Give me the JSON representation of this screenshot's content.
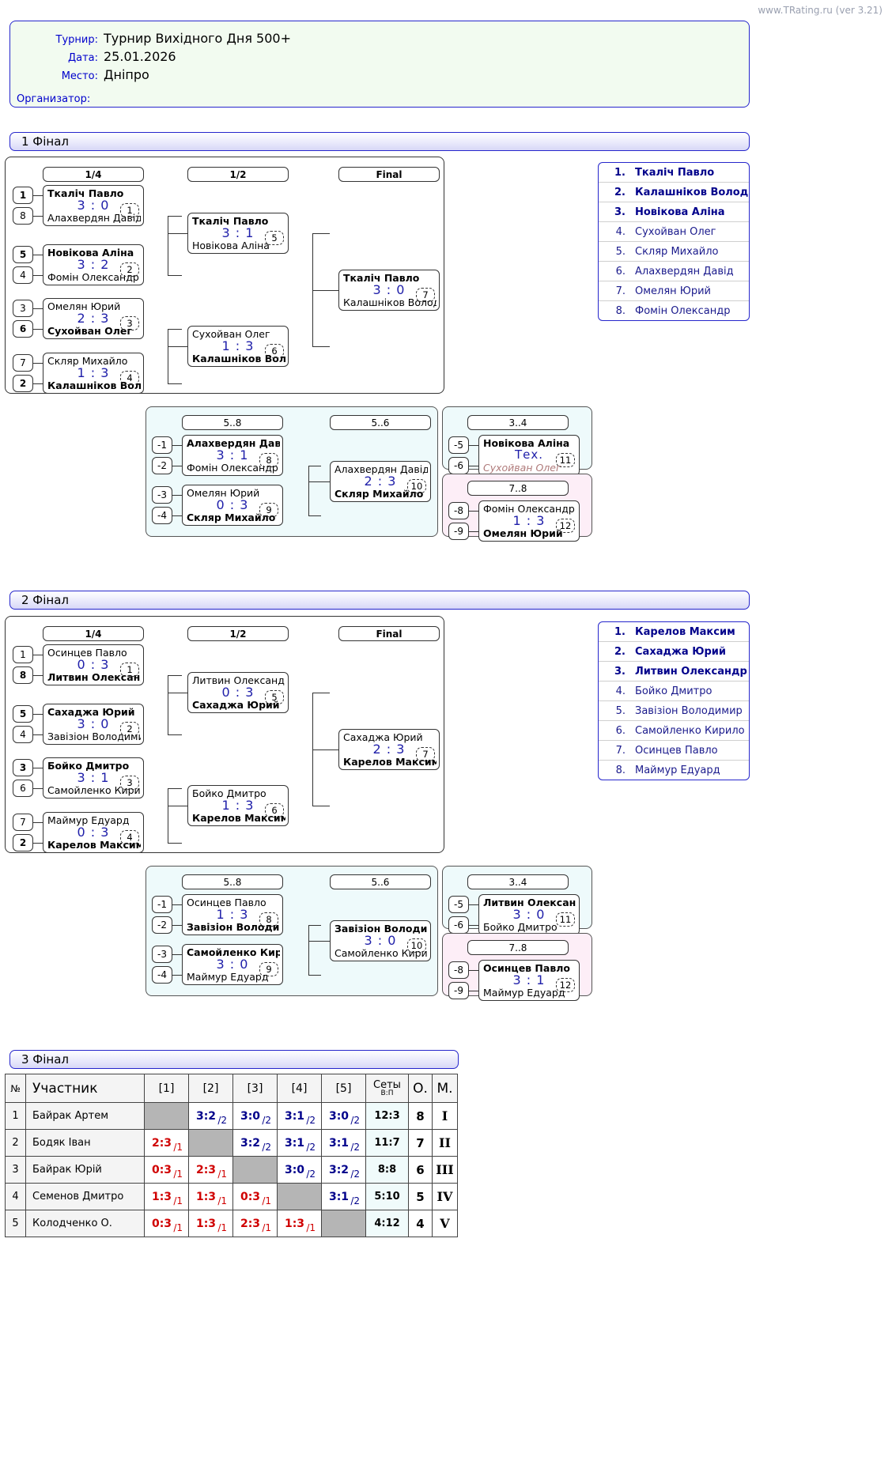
{
  "watermark": "www.TRating.ru (ver 3.21)",
  "header": {
    "tournament_label": "Турнир:",
    "tournament_value": "Турнир Вихідного Дня 500+",
    "date_label": "Дата:",
    "date_value": "25.01.2026",
    "place_label": "Место:",
    "place_value": "Дніпро",
    "organizer_label": "Организатор:",
    "organizer_value": ""
  },
  "sections": {
    "final1": "1 Фінал",
    "final2": "2 Фінал",
    "final3": "3 Фінал"
  },
  "rounds": {
    "quarter": "1/4",
    "semi": "1/2",
    "final": "Final",
    "r58": "5..8",
    "r56": "5..6",
    "r34": "3..4",
    "r78": "7..8"
  },
  "bracket1": {
    "quarters": [
      {
        "seed_top": "1",
        "seed_bot": "8",
        "top": "Ткаліч Павло",
        "bot": "Алахвердян Давід",
        "score": "3 : 0",
        "num": "1",
        "winner": "top"
      },
      {
        "seed_top": "5",
        "seed_bot": "4",
        "top": "Новікова Аліна",
        "bot": "Фомін Олександр",
        "score": "3 : 2",
        "num": "2",
        "winner": "top"
      },
      {
        "seed_top": "3",
        "seed_bot": "6",
        "top": "Омелян Юрий",
        "bot": "Сухойван Олег",
        "score": "2 : 3",
        "num": "3",
        "winner": "bot"
      },
      {
        "seed_top": "7",
        "seed_bot": "2",
        "top": "Скляр Михайло",
        "bot": "Калашніков Воло",
        "score": "1 : 3",
        "num": "4",
        "winner": "bot"
      }
    ],
    "semis": [
      {
        "top": "Ткаліч Павло",
        "bot": "Новікова Аліна",
        "score": "3 : 1",
        "num": "5",
        "winner": "top"
      },
      {
        "top": "Сухойван Олег",
        "bot": "Калашніков Воло",
        "score": "1 : 3",
        "num": "6",
        "winner": "bot"
      }
    ],
    "final": {
      "top": "Ткаліч Павло",
      "bot": "Калашніков Володи",
      "score": "3 : 0",
      "num": "7",
      "winner": "top"
    },
    "cons58": [
      {
        "seed_top": "-1",
        "seed_bot": "-2",
        "top": "Алахвердян Даві",
        "bot": "Фомін Олександр",
        "score": "3 : 1",
        "num": "8",
        "winner": "top"
      },
      {
        "seed_top": "-3",
        "seed_bot": "-4",
        "top": "Омелян Юрий",
        "bot": "Скляр Михайло",
        "score": "0 : 3",
        "num": "9",
        "winner": "bot"
      }
    ],
    "cons56": {
      "top": "Алахвердян Давід",
      "bot": "Скляр Михайло",
      "score": "2 : 3",
      "num": "10",
      "winner": "bot"
    },
    "match34": {
      "seed_top": "-5",
      "seed_bot": "-6",
      "top": "Новікова Аліна",
      "bot": "Сухойван Олег",
      "score": "Тех.",
      "num": "11",
      "winner": "top",
      "retired": "bot"
    },
    "match78": {
      "seed_top": "-8",
      "seed_bot": "-9",
      "top": "Фомін Олександр",
      "bot": "Омелян Юрий",
      "score": "1 : 3",
      "num": "12",
      "winner": "bot"
    },
    "ranking": [
      {
        "pos": "1.",
        "name": "Ткаліч Павло",
        "bold": true
      },
      {
        "pos": "2.",
        "name": "Калашніков Володими",
        "bold": true
      },
      {
        "pos": "3.",
        "name": "Новікова Аліна",
        "bold": true
      },
      {
        "pos": "4.",
        "name": "Сухойван Олег",
        "bold": false
      },
      {
        "pos": "5.",
        "name": "Скляр Михайло",
        "bold": false
      },
      {
        "pos": "6.",
        "name": "Алахвердян Давід",
        "bold": false
      },
      {
        "pos": "7.",
        "name": "Омелян Юрий",
        "bold": false
      },
      {
        "pos": "8.",
        "name": "Фомін Олександр",
        "bold": false
      }
    ]
  },
  "bracket2": {
    "quarters": [
      {
        "seed_top": "1",
        "seed_bot": "8",
        "top": "Осинцев Павло",
        "bot": "Литвин Олександр",
        "score": "0 : 3",
        "num": "1",
        "winner": "bot"
      },
      {
        "seed_top": "5",
        "seed_bot": "4",
        "top": "Сахаджа Юрий",
        "bot": "Завізіон Володимир",
        "score": "3 : 0",
        "num": "2",
        "winner": "top"
      },
      {
        "seed_top": "3",
        "seed_bot": "6",
        "top": "Бойко Дмитро",
        "bot": "Самойленко Кирило",
        "score": "3 : 1",
        "num": "3",
        "winner": "top"
      },
      {
        "seed_top": "7",
        "seed_bot": "2",
        "top": "Маймур Едуард",
        "bot": "Карелов Максим",
        "score": "0 : 3",
        "num": "4",
        "winner": "bot"
      }
    ],
    "semis": [
      {
        "top": "Литвин Олександр",
        "bot": "Сахаджа Юрий",
        "score": "0 : 3",
        "num": "5",
        "winner": "bot"
      },
      {
        "top": "Бойко Дмитро",
        "bot": "Карелов Максим",
        "score": "1 : 3",
        "num": "6",
        "winner": "bot"
      }
    ],
    "final": {
      "top": "Сахаджа Юрий",
      "bot": "Карелов Максим",
      "score": "2 : 3",
      "num": "7",
      "winner": "bot"
    },
    "cons58": [
      {
        "seed_top": "-1",
        "seed_bot": "-2",
        "top": "Осинцев Павло",
        "bot": "Завізіон Володим",
        "score": "1 : 3",
        "num": "8",
        "winner": "bot"
      },
      {
        "seed_top": "-3",
        "seed_bot": "-4",
        "top": "Самойленко Кири",
        "bot": "Маймур Едуард",
        "score": "3 : 0",
        "num": "9",
        "winner": "top"
      }
    ],
    "cons56": {
      "top": "Завізіон Володим",
      "bot": "Самойленко Кирило",
      "score": "3 : 0",
      "num": "10",
      "winner": "top"
    },
    "match34": {
      "seed_top": "-5",
      "seed_bot": "-6",
      "top": "Литвин Олександ",
      "bot": "Бойко Дмитро",
      "score": "3 : 0",
      "num": "11",
      "winner": "top"
    },
    "match78": {
      "seed_top": "-8",
      "seed_bot": "-9",
      "top": "Осинцев Павло",
      "bot": "Маймур Едуард",
      "score": "3 : 1",
      "num": "12",
      "winner": "top"
    },
    "ranking": [
      {
        "pos": "1.",
        "name": "Карелов Максим",
        "bold": true
      },
      {
        "pos": "2.",
        "name": "Сахаджа Юрий",
        "bold": true
      },
      {
        "pos": "3.",
        "name": "Литвин Олександр",
        "bold": true
      },
      {
        "pos": "4.",
        "name": "Бойко Дмитро",
        "bold": false
      },
      {
        "pos": "5.",
        "name": "Завізіон Володимир",
        "bold": false
      },
      {
        "pos": "6.",
        "name": "Самойленко Кирило",
        "bold": false
      },
      {
        "pos": "7.",
        "name": "Осинцев Павло",
        "bold": false
      },
      {
        "pos": "8.",
        "name": "Маймур Едуард",
        "bold": false
      }
    ]
  },
  "table3": {
    "headers": {
      "no": "№",
      "participant": "Участник",
      "cols": [
        "[1]",
        "[2]",
        "[3]",
        "[4]",
        "[5]"
      ],
      "sets": "Сеты",
      "sets_sub": "В:П",
      "points": "О.",
      "place": "М."
    },
    "rows": [
      {
        "idx": "1",
        "name": "Байрак Артем",
        "cells": [
          {
            "self": true
          },
          {
            "score": "3:2",
            "pt": "2",
            "win": true
          },
          {
            "score": "3:0",
            "pt": "2",
            "win": true
          },
          {
            "score": "3:1",
            "pt": "2",
            "win": true
          },
          {
            "score": "3:0",
            "pt": "2",
            "win": true
          }
        ],
        "sets": "12:3",
        "points": "8",
        "place": "I"
      },
      {
        "idx": "2",
        "name": "Бодяк Іван",
        "cells": [
          {
            "score": "2:3",
            "pt": "1",
            "win": false
          },
          {
            "self": true
          },
          {
            "score": "3:2",
            "pt": "2",
            "win": true
          },
          {
            "score": "3:1",
            "pt": "2",
            "win": true
          },
          {
            "score": "3:1",
            "pt": "2",
            "win": true
          }
        ],
        "sets": "11:7",
        "points": "7",
        "place": "II"
      },
      {
        "idx": "3",
        "name": "Байрак Юрій",
        "cells": [
          {
            "score": "0:3",
            "pt": "1",
            "win": false
          },
          {
            "score": "2:3",
            "pt": "1",
            "win": false
          },
          {
            "self": true
          },
          {
            "score": "3:0",
            "pt": "2",
            "win": true
          },
          {
            "score": "3:2",
            "pt": "2",
            "win": true
          }
        ],
        "sets": "8:8",
        "points": "6",
        "place": "III"
      },
      {
        "idx": "4",
        "name": "Семенов Дмитро",
        "cells": [
          {
            "score": "1:3",
            "pt": "1",
            "win": false
          },
          {
            "score": "1:3",
            "pt": "1",
            "win": false
          },
          {
            "score": "0:3",
            "pt": "1",
            "win": false
          },
          {
            "self": true
          },
          {
            "score": "3:1",
            "pt": "2",
            "win": true
          }
        ],
        "sets": "5:10",
        "points": "5",
        "place": "IV"
      },
      {
        "idx": "5",
        "name": "Колодченко О.",
        "cells": [
          {
            "score": "0:3",
            "pt": "1",
            "win": false
          },
          {
            "score": "1:3",
            "pt": "1",
            "win": false
          },
          {
            "score": "2:3",
            "pt": "1",
            "win": false
          },
          {
            "score": "1:3",
            "pt": "1",
            "win": false
          },
          {
            "self": true
          }
        ],
        "sets": "4:12",
        "points": "4",
        "place": "V"
      }
    ]
  }
}
